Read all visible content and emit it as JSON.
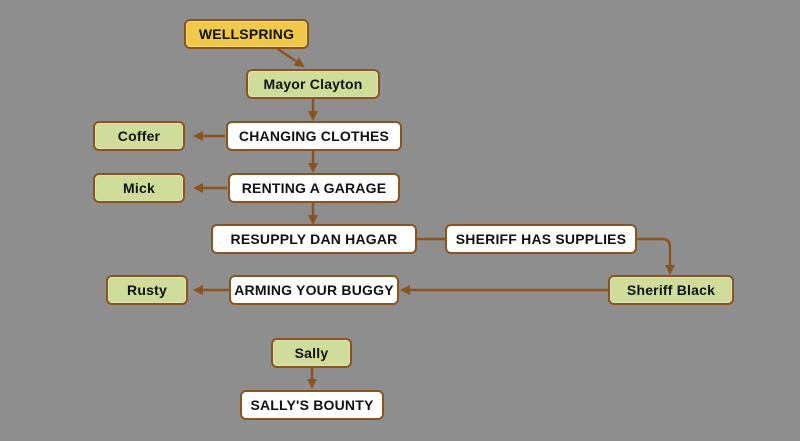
{
  "colors": {
    "background": "#8e8e8e",
    "connector": "#8a5420",
    "person_fill": "#cfdc9a",
    "quest_fill": "#ffffff",
    "town_fill": "#f0c84a"
  },
  "nodes": {
    "wellspring": "WELLSPRING",
    "mayor_clayton": "Mayor Clayton",
    "changing_clothes": "CHANGING CLOTHES",
    "coffer": "Coffer",
    "renting_garage": "RENTING A GARAGE",
    "mick": "Mick",
    "resupply_dan_hagar": "RESUPPLY DAN HAGAR",
    "sheriff_has_supplies": "SHERIFF HAS SUPPLIES",
    "sheriff_black": "Sheriff Black",
    "arming_your_buggy": "ARMING YOUR BUGGY",
    "rusty": "Rusty",
    "sally": "Sally",
    "sallys_bounty": "SALLY'S BOUNTY"
  }
}
